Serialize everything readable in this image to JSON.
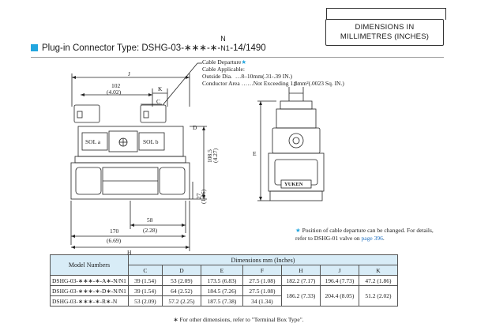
{
  "units_box": {
    "line1": "DIMENSIONS IN",
    "line2": "MILLIMETRES (INCHES)"
  },
  "title": {
    "prefix": "Plug-in Connector Type: DSHG-03-∗∗∗-∗-",
    "stack_top": "N",
    "stack_bottom": "N1",
    "suffix": "-14/1490"
  },
  "callout": {
    "cable_departure": "Cable Departure",
    "cable_applicable": "Cable Applicable:",
    "outside_dia_label": "Outside Dia.",
    "outside_dia_value": "…8–10mm(.31-.39 IN.)",
    "conductor_label": "Conductor Area",
    "conductor_value": "……Not Exceeding 1.5mm²(.0023 Sq. IN.)"
  },
  "dims": {
    "J": "J",
    "d102": "102",
    "d102_in": "(4.02)",
    "K": "K",
    "C": "C",
    "D": "D",
    "E": "E",
    "F": "F",
    "H": "H",
    "d108": "108.5",
    "d108_in": "(4.27)",
    "d27": "27",
    "d27_in": "(1.06)",
    "d58": "58",
    "d58_in": "(2.28)",
    "d170": "170",
    "d170_in": "(6.69)",
    "sol_a": "SOL a",
    "sol_b": "SOL b",
    "brand": "YUKEN"
  },
  "note": {
    "star": "★",
    "text1": " Position of cable departure can be changed. For details, refer to DSHG-01 valve on ",
    "link": "page 396",
    "text2": "."
  },
  "table": {
    "model_header": "Model Numbers",
    "dim_header": "Dimensions mm (Inches)",
    "cols": [
      "C",
      "D",
      "E",
      "F",
      "H",
      "J",
      "K"
    ],
    "rows": [
      {
        "model": "DSHG-03-∗∗∗-∗-A∗-N/N1",
        "C": "39 (1.54)",
        "D": "53 (2.09)",
        "E": "173.5 (6.83)",
        "F": "27.5 (1.08)",
        "H": "182.2 (7.17)",
        "J": "196.4 (7.73)",
        "K": "47.2 (1.86)"
      },
      {
        "model": "DSHG-03-∗∗∗-∗-D∗-N/N1",
        "C": "39 (1.54)",
        "D": "64 (2.52)",
        "E": "184.5 (7.26)",
        "F": "27.5 (1.08)",
        "H": "186.2 (7.33)",
        "J": "204.4 (8.05)",
        "K": "51.2 (2.02)"
      },
      {
        "model": "DSHG-03-∗∗∗-∗-R∗-N",
        "C": "53 (2.09)",
        "D": "57.2 (2.25)",
        "E": "187.5 (7.38)",
        "F": "34 (1.34)"
      }
    ]
  },
  "footnote": "∗ For other dimensions, refer to \"Terminal Box Type\"."
}
